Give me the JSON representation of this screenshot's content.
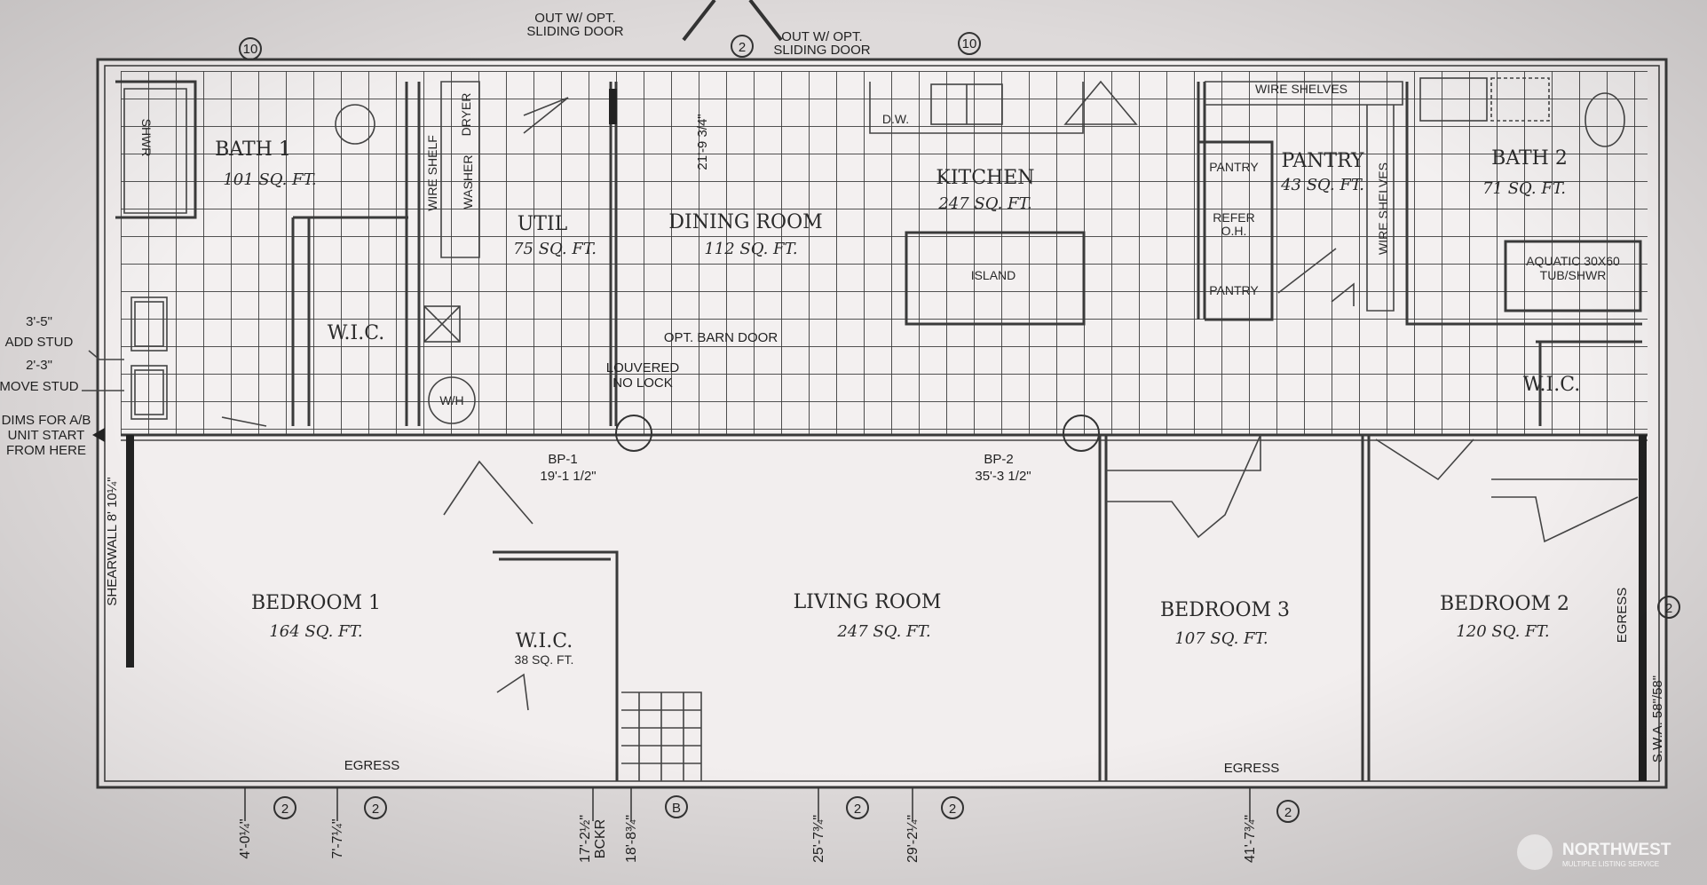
{
  "rooms": {
    "bath1": {
      "name": "BATH 1",
      "area": "101 SQ. FT."
    },
    "util": {
      "name": "UTIL",
      "area": "75 SQ. FT."
    },
    "dining": {
      "name": "DINING ROOM",
      "area": "112 SQ. FT."
    },
    "kitchen": {
      "name": "KITCHEN",
      "area": "247 SQ. FT."
    },
    "pantry": {
      "name": "PANTRY",
      "area": "43 SQ. FT."
    },
    "bath2": {
      "name": "BATH 2",
      "area": "71 SQ. FT."
    },
    "wic_upper_left": {
      "name": "W.I.C."
    },
    "wic_upper_right": {
      "name": "W.I.C."
    },
    "bedroom1": {
      "name": "BEDROOM 1",
      "area": "164 SQ. FT."
    },
    "wic_lower": {
      "name": "W.I.C.",
      "area": "38 SQ. FT."
    },
    "living": {
      "name": "LIVING ROOM",
      "area": "247 SQ. FT."
    },
    "bedroom3": {
      "name": "BEDROOM 3",
      "area": "107 SQ. FT."
    },
    "bedroom2": {
      "name": "BEDROOM 2",
      "area": "120 SQ. FT."
    }
  },
  "fixtures": {
    "island": "ISLAND",
    "dw": "D.W.",
    "dryer": "DRYER",
    "washer": "WASHER",
    "wire_shelf": "WIRE SHELF",
    "wire_shelves_top": "WIRE SHELVES",
    "wire_shelves_side": "WIRE SHELVES",
    "pantry_top": "PANTRY",
    "refer": "REFER",
    "refer2": "O.H.",
    "pantry_bottom": "PANTRY",
    "tub1": "AQUATIC 30X60",
    "tub2": "TUB/SHWR",
    "wh": "W/H",
    "shower": "SHWR"
  },
  "notes": {
    "add_stud_dim": "3'-5\"",
    "add_stud": "ADD STUD",
    "move_stud_dim": "2'-3\"",
    "move_stud": "MOVE STUD",
    "dims1": "DIMS FOR A/B",
    "dims2": "UNIT START",
    "dims3": "FROM HERE",
    "barn_door": "OPT. BARN DOOR",
    "louvered1": "LOUVERED",
    "louvered2": "NO LOCK",
    "sliding1a": "OUT W/ OPT.",
    "sliding1b": "SLIDING DOOR",
    "sliding2a": "OUT W/ OPT.",
    "sliding2b": "SLIDING DOOR",
    "bp1": "BP-1",
    "bp1_dim": "19'-1 1/2\"",
    "bp2": "BP-2",
    "bp2_dim": "35'-3 1/2\"",
    "dining_dim": "21'-9 3/4\"",
    "shearwall": "SHEARWALL 8' 10¼\"",
    "swa": "S.W.A. 58\"/58\"",
    "egress1": "EGRESS",
    "egress2": "EGRESS",
    "egress3": "EGRESS"
  },
  "dimensions_bottom": [
    "4'-0¼\"",
    "7'-7¼\"",
    "17'-2½\"",
    "BCKR",
    "18'-8¾\"",
    "25'-7¾\"",
    "29'-2¼\"",
    "41'-7¾\""
  ],
  "markers": {
    "two": "2",
    "ten": "10",
    "b": "B"
  },
  "watermark": {
    "line1": "NORTHWEST",
    "line2": "MULTIPLE LISTING SERVICE"
  }
}
